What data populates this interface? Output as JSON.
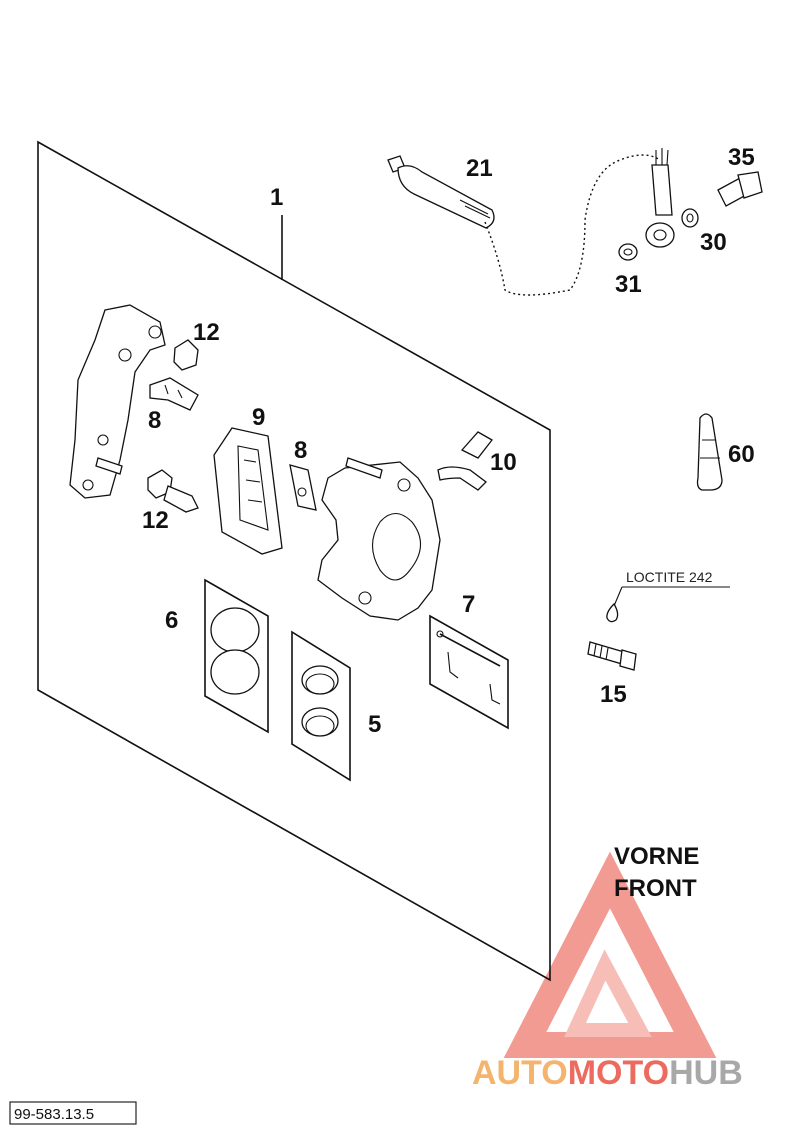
{
  "callouts": {
    "c1": "1",
    "c21": "21",
    "c35": "35",
    "c30": "30",
    "c31": "31",
    "c12a": "12",
    "c8a": "8",
    "c9": "9",
    "c8b": "8",
    "c10": "10",
    "c60": "60",
    "c12b": "12",
    "c6": "6",
    "c7": "7",
    "c5": "5",
    "c15": "15"
  },
  "note": "LOCTITE 242",
  "direction": {
    "line1": "VORNE",
    "line2": "FRONT"
  },
  "drawing_code": "99-583.13.5",
  "watermark": {
    "part1": "AUTO",
    "part2": "MOTO",
    "part3": "HUB"
  },
  "colors": {
    "line": "#111111",
    "watermark_red": "#e8554e",
    "watermark_orange": "#f4a96a",
    "watermark_gray": "#9a9a9a"
  }
}
